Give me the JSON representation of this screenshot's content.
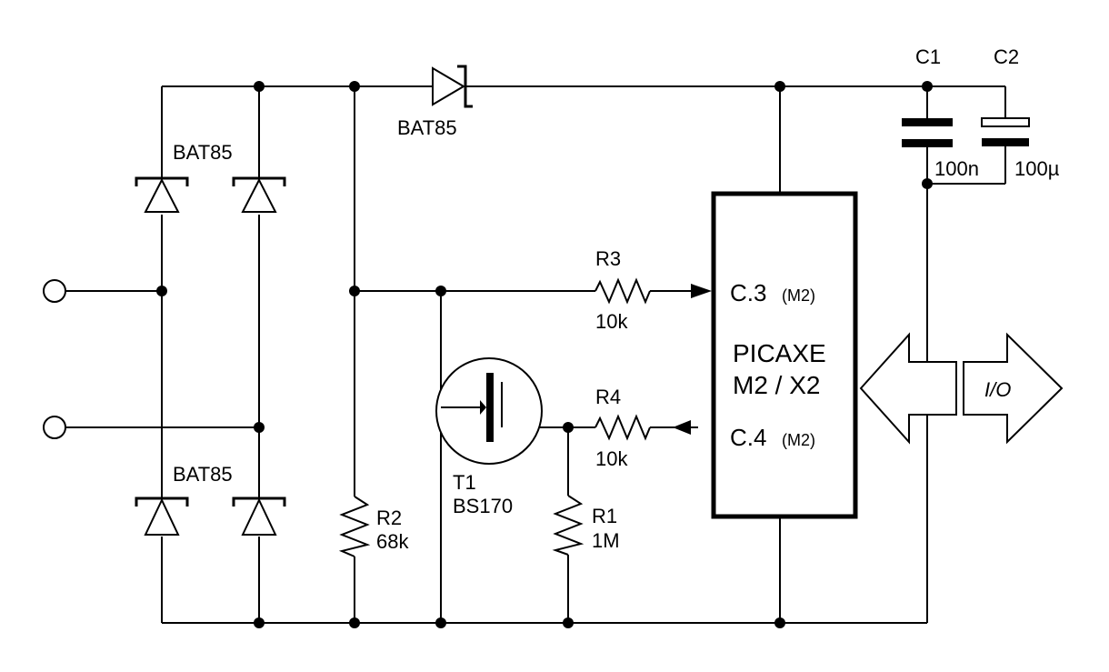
{
  "diode_top_label": "BAT85",
  "diode_upper_pair_label": "BAT85",
  "diode_lower_pair_label": "BAT85",
  "c1": {
    "name": "C1",
    "value": "100n"
  },
  "c2": {
    "name": "C2",
    "value": "100µ"
  },
  "r3": {
    "name": "R3",
    "value": "10k"
  },
  "r4": {
    "name": "R4",
    "value": "10k"
  },
  "r2": {
    "name": "R2",
    "value": "68k"
  },
  "r1": {
    "name": "R1",
    "value": "1M"
  },
  "t1": {
    "name": "T1",
    "part": "BS170"
  },
  "chip": {
    "line1": "PICAXE",
    "line2": "M2 / X2",
    "pin_c3": "C.3",
    "pin_c3_note": "(M2)",
    "pin_c4": "C.4",
    "pin_c4_note": "(M2)"
  },
  "io_label": "I/O"
}
